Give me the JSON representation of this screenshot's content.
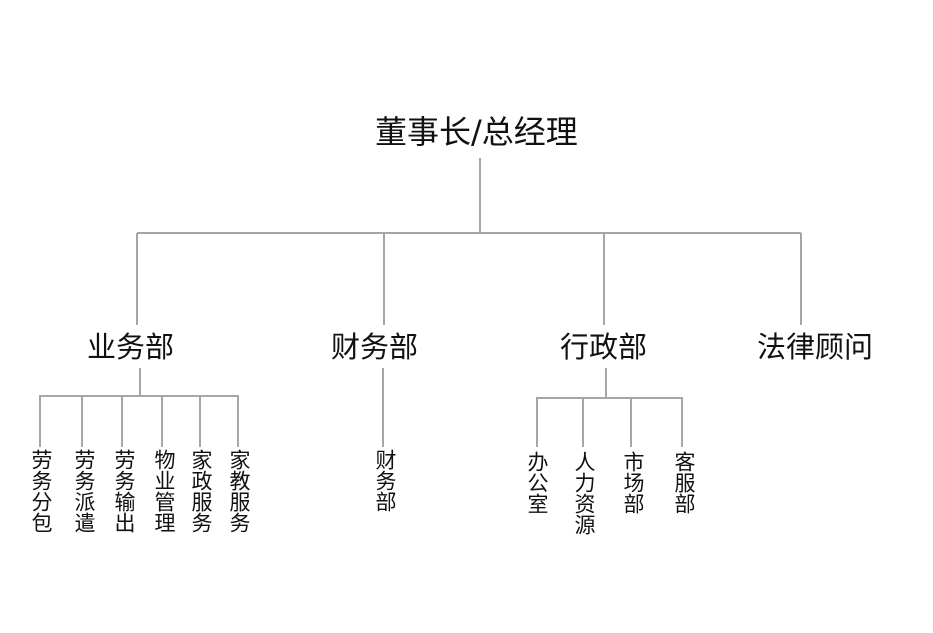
{
  "root": {
    "title": "董事长/总经理"
  },
  "departments": [
    {
      "name": "业务部",
      "units": [
        "劳务分包",
        "劳务派遣",
        "劳务输出",
        "物业管理",
        "家政服务",
        "家教服务"
      ]
    },
    {
      "name": "财务部",
      "units": [
        "财务部"
      ]
    },
    {
      "name": "行政部",
      "units": [
        "办公室",
        "人力资源",
        "市场部",
        "客服部"
      ]
    },
    {
      "name": "法律顾问",
      "units": []
    }
  ],
  "colors": {
    "line": "#a6a6a6",
    "text": "#111111",
    "background": "#ffffff"
  }
}
